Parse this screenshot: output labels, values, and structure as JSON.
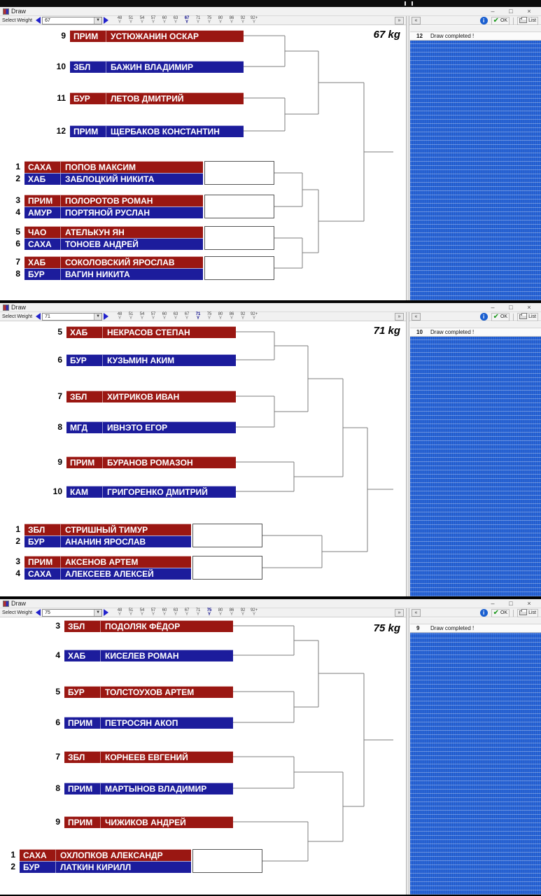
{
  "app": {
    "window_title": "Draw",
    "titlebar_controls": {
      "minimize": "–",
      "maximize": "□",
      "close": "×"
    },
    "toolbar": {
      "select_weight_label": "Select Weight",
      "weights": [
        "48",
        "51",
        "54",
        "57",
        "60",
        "63",
        "67",
        "71",
        "75",
        "80",
        "86",
        "92",
        "92+"
      ],
      "weight_flag": "Y",
      "scroll_right_glyph": "»",
      "scroll_left_glyph": "«"
    },
    "right_panel": {
      "info_glyph": "i",
      "ok_label": "OK",
      "list_label": "List",
      "status_label": "Draw completed !"
    },
    "colors": {
      "red_corner": "#9a1712",
      "blue_corner": "#1c1c9c",
      "panel_blue": "#2a67d9"
    }
  },
  "windows": [
    {
      "weight_heading": "67 kg",
      "selected_weight": "67",
      "entry_count": "12",
      "status_text": "Draw completed !",
      "entries": [
        {
          "seed": "9",
          "region": "ПРИМ",
          "name": "УСТЮЖАНИН ОСКАР",
          "corner": "red"
        },
        {
          "seed": "10",
          "region": "ЗБЛ",
          "name": "БАЖИН ВЛАДИМИР",
          "corner": "blue"
        },
        {
          "seed": "11",
          "region": "БУР",
          "name": "ЛЕТОВ ДМИТРИЙ",
          "corner": "red"
        },
        {
          "seed": "12",
          "region": "ПРИМ",
          "name": "ЩЕРБАКОВ КОНСТАНТИН",
          "corner": "blue"
        },
        {
          "seed": "1",
          "region": "САХА",
          "name": "ПОПОВ МАКСИМ",
          "corner": "red"
        },
        {
          "seed": "2",
          "region": "ХАБ",
          "name": "ЗАБЛОЦКИЙ НИКИТА",
          "corner": "blue"
        },
        {
          "seed": "3",
          "region": "ПРИМ",
          "name": "ПОЛОРОТОВ РОМАН",
          "corner": "red"
        },
        {
          "seed": "4",
          "region": "АМУР",
          "name": "ПОРТЯНОЙ РУСЛАН",
          "corner": "blue"
        },
        {
          "seed": "5",
          "region": "ЧАО",
          "name": "АТЕЛЬКУН ЯН",
          "corner": "red"
        },
        {
          "seed": "6",
          "region": "САХА",
          "name": "ТОНОЕВ АНДРЕЙ",
          "corner": "blue"
        },
        {
          "seed": "7",
          "region": "ХАБ",
          "name": "СОКОЛОВСКИЙ ЯРОСЛАВ",
          "corner": "red"
        },
        {
          "seed": "8",
          "region": "БУР",
          "name": "ВАГИН НИКИТА",
          "corner": "blue"
        }
      ]
    },
    {
      "weight_heading": "71 kg",
      "selected_weight": "71",
      "entry_count": "10",
      "status_text": "Draw completed !",
      "entries": [
        {
          "seed": "5",
          "region": "ХАБ",
          "name": "НЕКРАСОВ СТЕПАН",
          "corner": "red"
        },
        {
          "seed": "6",
          "region": "БУР",
          "name": "КУЗЬМИН АКИМ",
          "corner": "blue"
        },
        {
          "seed": "7",
          "region": "ЗБЛ",
          "name": "ХИТРИКОВ ИВАН",
          "corner": "red"
        },
        {
          "seed": "8",
          "region": "МГД",
          "name": "ИВНЭТО ЕГОР",
          "corner": "blue"
        },
        {
          "seed": "9",
          "region": "ПРИМ",
          "name": "БУРАНОВ РОМАЗОН",
          "corner": "red"
        },
        {
          "seed": "10",
          "region": "КАМ",
          "name": "ГРИГОРЕНКО ДМИТРИЙ",
          "corner": "blue"
        },
        {
          "seed": "1",
          "region": "ЗБЛ",
          "name": "СТРИШНЫЙ ТИМУР",
          "corner": "red"
        },
        {
          "seed": "2",
          "region": "БУР",
          "name": "АНАНИН ЯРОСЛАВ",
          "corner": "blue"
        },
        {
          "seed": "3",
          "region": "ПРИМ",
          "name": "АКСЕНОВ АРТЕМ",
          "corner": "red"
        },
        {
          "seed": "4",
          "region": "САХА",
          "name": "АЛЕКСЕЕВ АЛЕКСЕЙ",
          "corner": "blue"
        }
      ]
    },
    {
      "weight_heading": "75 kg",
      "selected_weight": "75",
      "entry_count": "9",
      "status_text": "Draw completed !",
      "entries": [
        {
          "seed": "3",
          "region": "ЗБЛ",
          "name": "ПОДОЛЯК ФЁДОР",
          "corner": "red"
        },
        {
          "seed": "4",
          "region": "ХАБ",
          "name": "КИСЕЛЕВ РОМАН",
          "corner": "blue"
        },
        {
          "seed": "5",
          "region": "БУР",
          "name": "ТОЛСТОУХОВ АРТЕМ",
          "corner": "red"
        },
        {
          "seed": "6",
          "region": "ПРИМ",
          "name": "ПЕТРОСЯН АКОП",
          "corner": "blue"
        },
        {
          "seed": "7",
          "region": "ЗБЛ",
          "name": "КОРНЕЕВ ЕВГЕНИЙ",
          "corner": "red"
        },
        {
          "seed": "8",
          "region": "ПРИМ",
          "name": "МАРТЫНОВ ВЛАДИМИР",
          "corner": "blue"
        },
        {
          "seed": "9",
          "region": "ПРИМ",
          "name": "ЧИЖИКОВ АНДРЕЙ",
          "corner": "red"
        },
        {
          "seed": "1",
          "region": "САХА",
          "name": "ОХЛОПКОВ АЛЕКСАНДР",
          "corner": "red"
        },
        {
          "seed": "2",
          "region": "БУР",
          "name": "ЛАТКИН КИРИЛЛ",
          "corner": "blue"
        }
      ]
    }
  ]
}
